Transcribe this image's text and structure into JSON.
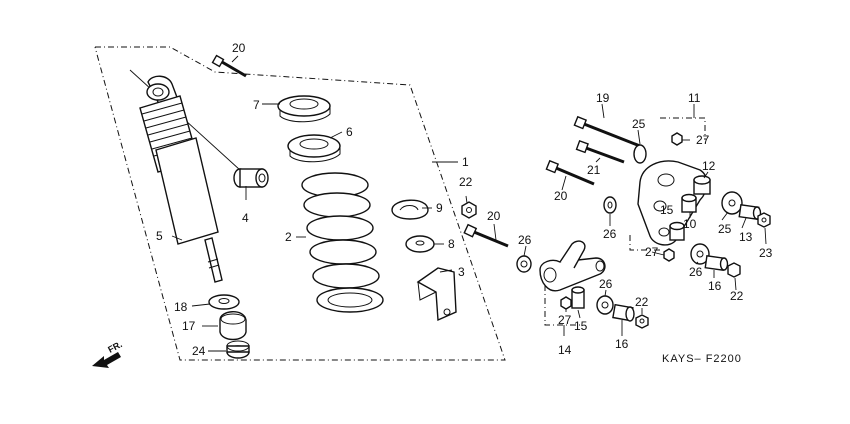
{
  "diagram_code": "KAYS– F2200",
  "direction_label": "FR.",
  "callouts": {
    "c1": "1",
    "c2": "2",
    "c3": "3",
    "c4": "4",
    "c5": "5",
    "c6": "6",
    "c7": "7",
    "c8": "8",
    "c9": "9",
    "c10": "10",
    "c11": "11",
    "c12": "12",
    "c13": "13",
    "c14": "14",
    "c15a": "15",
    "c15b": "15",
    "c16a": "16",
    "c16b": "16",
    "c17": "17",
    "c18": "18",
    "c19": "19",
    "c20a": "20",
    "c20b": "20",
    "c20c": "20",
    "c21": "21",
    "c22a": "22",
    "c22b": "22",
    "c22c": "22",
    "c23": "23",
    "c24": "24",
    "c25a": "25",
    "c25b": "25",
    "c26a": "26",
    "c26b": "26",
    "c26c": "26",
    "c26d": "26",
    "c27a": "27",
    "c27b": "27",
    "c27c": "27"
  }
}
